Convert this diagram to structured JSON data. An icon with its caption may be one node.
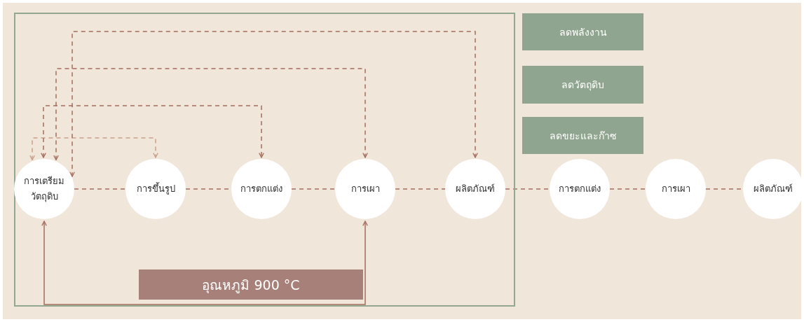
{
  "diagram": {
    "nodes": [
      {
        "text": [],
        "shape": "box"
      },
      {
        "text": [
          "การเตรียม วัตถุดิบ"
        ],
        "in": 0
      },
      {
        "text": [
          "การขึ้นรูป"
        ],
        "in": 0
      },
      {
        "text": [
          "การตกแต่ง"
        ],
        "in": 0
      },
      {
        "text": [
          "การเผา"
        ],
        "in": 0
      },
      {
        "text": [
          "ผลิตภัณฑ์"
        ],
        "in": 0
      },
      {
        "text": [
          "การตกแต่ง"
        ]
      },
      {
        "text": [
          "การเผา"
        ]
      },
      {
        "text": [
          "ผลิตภัณฑ์"
        ]
      },
      {
        "text": [
          "อุณหภูมิ 900 °C"
        ],
        "in": 0
      },
      {
        "text": [
          "ลดพลังงาน"
        ]
      },
      {
        "text": [
          "ลดวัตถุดิบ"
        ]
      },
      {
        "text": [
          "ลดขยะและก๊าซ"
        ]
      }
    ],
    "edges": [
      {
        "from": 1,
        "to": 2,
        "arrow": "none",
        "style": "dashed"
      },
      {
        "from": 2,
        "to": 3,
        "arrow": "none",
        "style": "dashed"
      },
      {
        "from": 3,
        "to": 4,
        "arrow": "none",
        "style": "dashed"
      },
      {
        "from": 4,
        "to": 5,
        "arrow": "none",
        "style": "dashed"
      },
      {
        "from": 5,
        "to": 6,
        "arrow": "none",
        "style": "dashed"
      },
      {
        "from": 6,
        "to": 7,
        "arrow": "none",
        "style": "dashed"
      },
      {
        "from": 7,
        "to": 8,
        "arrow": "none",
        "style": "dashed"
      },
      {
        "from": 1,
        "to": 2,
        "arrow": "both",
        "style": "dashed",
        "color": "#c9a08c"
      },
      {
        "from": 1,
        "to": 3,
        "arrow": "both",
        "style": "dashed"
      },
      {
        "from": 1,
        "to": 4,
        "arrow": "both",
        "style": "dashed"
      },
      {
        "from": 1,
        "to": 5,
        "arrow": "both",
        "style": "dashed"
      },
      {
        "from": 1,
        "to": 4,
        "arrow": "both"
      }
    ]
  }
}
